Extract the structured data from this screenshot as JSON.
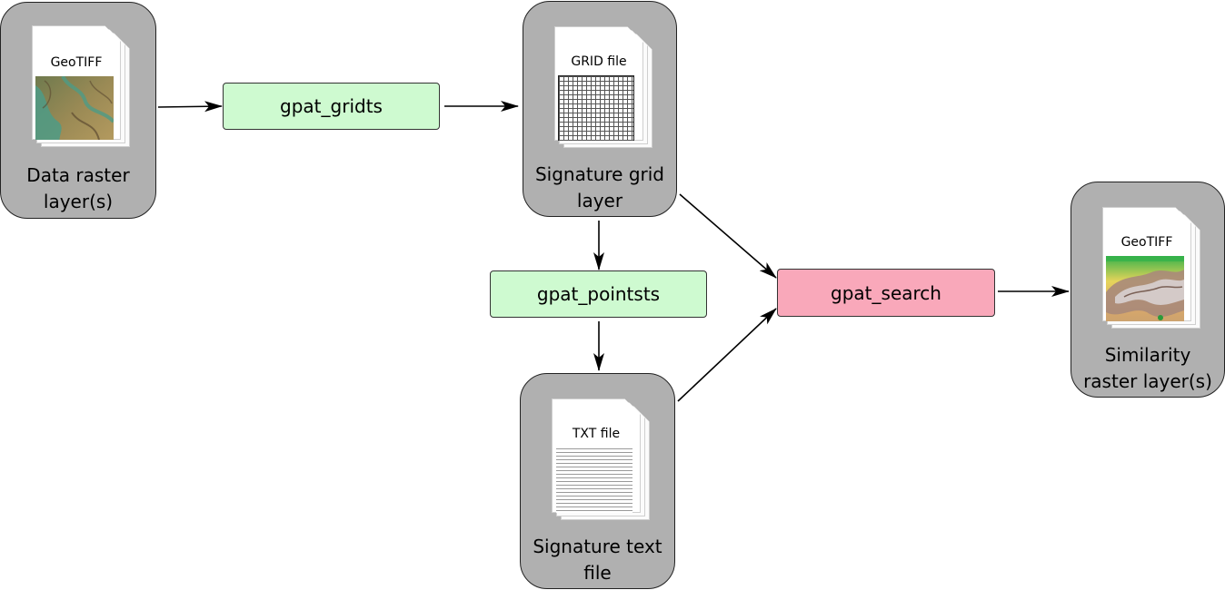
{
  "nodes": {
    "data_raster": {
      "label": "Data raster\nlayer(s)",
      "file_caption": "GeoTIFF"
    },
    "signature_grid": {
      "label": "Signature grid\nlayer",
      "file_caption": "GRID file"
    },
    "signature_text": {
      "label": "Signature text\nfile",
      "file_caption": "TXT file"
    },
    "similarity_raster": {
      "label": "Similarity\nraster layer(s)",
      "file_caption": "GeoTIFF"
    }
  },
  "tools": {
    "gridts": {
      "label": "gpat_gridts",
      "color": "#cefad0"
    },
    "pointsts": {
      "label": "gpat_pointsts",
      "color": "#cefad0"
    },
    "search": {
      "label": "gpat_search",
      "color": "#f9a8ba"
    }
  },
  "colors": {
    "node_fill": "#b0b0b0",
    "arrow": "#000000"
  }
}
